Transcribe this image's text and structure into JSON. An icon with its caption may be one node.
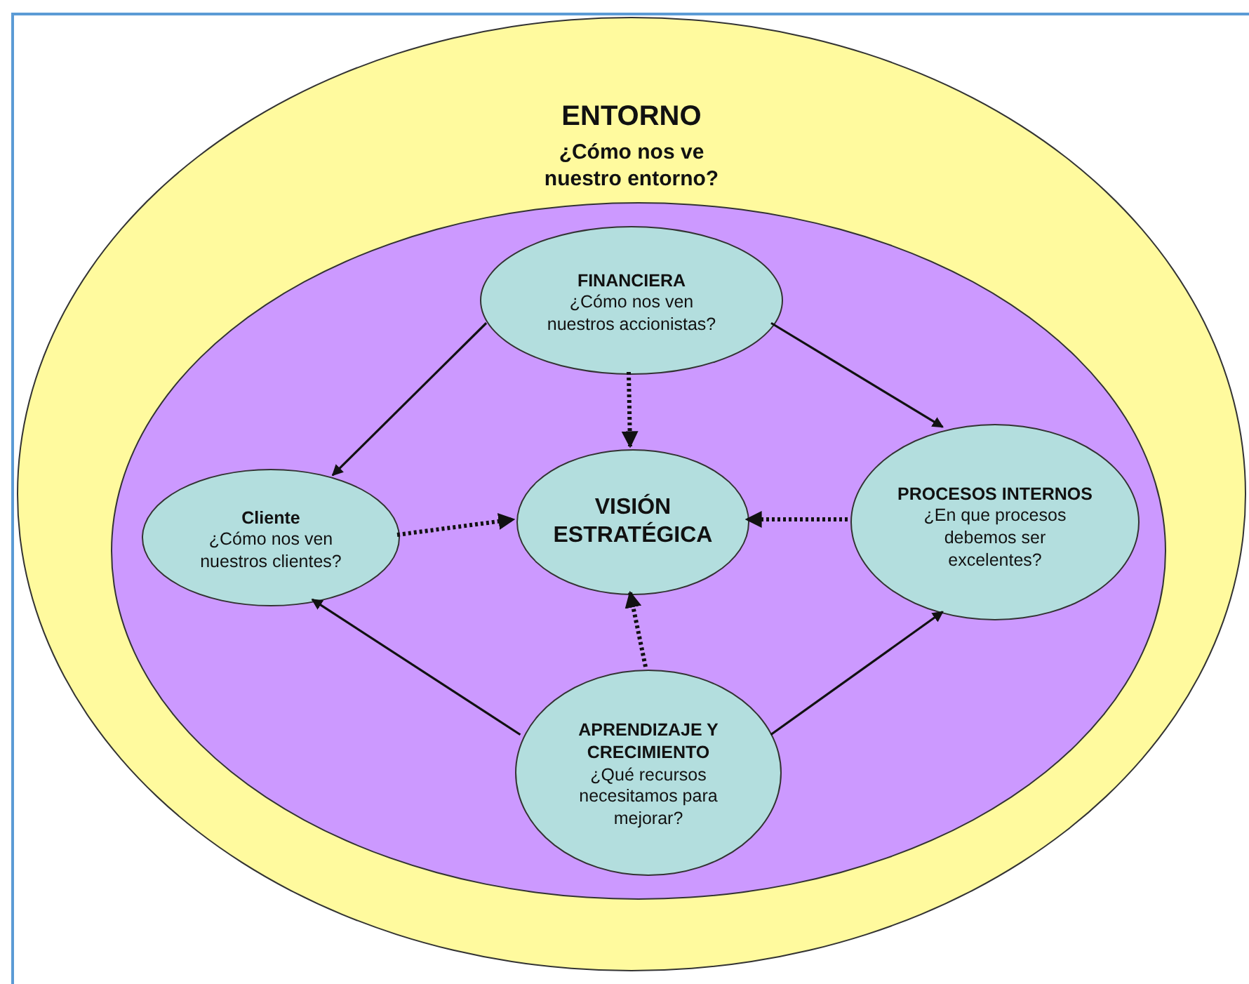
{
  "diagram": {
    "nodes": [
      {
        "text": [
          "ENTORNO",
          "¿Cómo nos ve nuestro entorno?"
        ]
      },
      {
        "text": [],
        "shape": "ellipse",
        "in": 0
      },
      {
        "text": [
          "FINANCIERA",
          "¿Cómo nos ven nuestros accionistas?"
        ],
        "in": 1
      },
      {
        "text": [
          "Cliente",
          "¿Cómo nos ven nuestros clientes?"
        ],
        "in": 1
      },
      {
        "text": [
          "VISIÓN ESTRATÉGICA"
        ],
        "in": 1
      },
      {
        "text": [
          "PROCESOS INTERNOS",
          "¿En que procesos debemos ser excelentes?"
        ],
        "in": 1
      },
      {
        "text": [
          "APRENDIZAJE Y CRECIMIENTO",
          "¿Qué recursos necesitamos para mejorar?"
        ],
        "in": 1
      }
    ],
    "edges": [
      {
        "from": 2,
        "to": 3,
        "arrow": "to"
      },
      {
        "from": 2,
        "to": 5,
        "arrow": "to"
      },
      {
        "from": 2,
        "to": 4,
        "arrow": "to",
        "style": "dashed"
      },
      {
        "from": 3,
        "to": 4,
        "arrow": "to",
        "style": "dashed"
      },
      {
        "from": 5,
        "to": 4,
        "arrow": "to",
        "style": "dashed"
      },
      {
        "from": 6,
        "to": 4,
        "arrow": "to",
        "style": "dashed"
      },
      {
        "from": 6,
        "to": 3,
        "arrow": "to"
      },
      {
        "from": 6,
        "to": 5,
        "arrow": "to"
      }
    ]
  }
}
